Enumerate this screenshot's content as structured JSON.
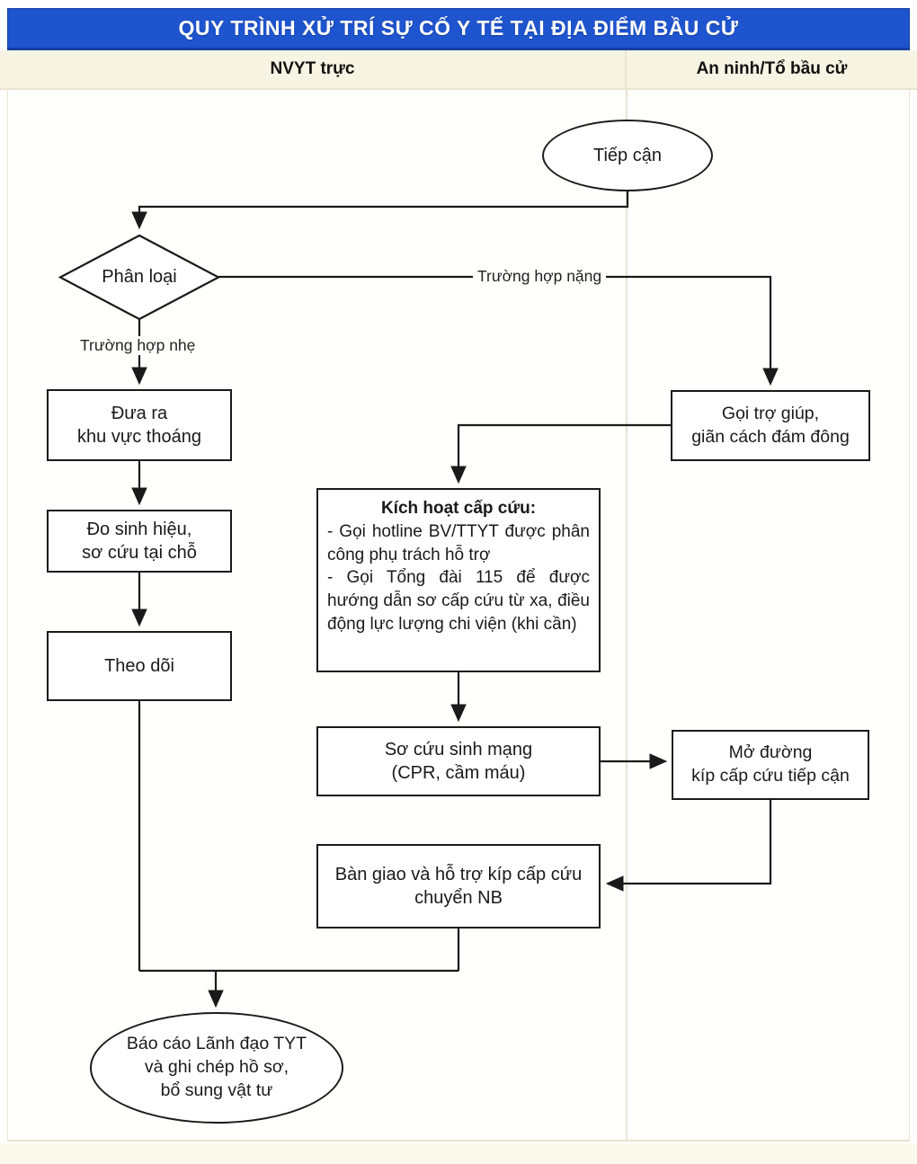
{
  "page": {
    "title": "QUY TRÌNH XỬ TRÍ SỰ CỐ Y TẾ TẠI ĐỊA ĐIỂM BẦU CỬ",
    "lanes": [
      {
        "label": "NVYT trực"
      },
      {
        "label": "An ninh/Tổ bầu cử"
      }
    ]
  },
  "nodes": {
    "tiep_can": "Tiếp cận",
    "phan_loai": "Phân loại",
    "dua_ra": "Đưa ra\nkhu vực thoáng",
    "do_sinh_hieu": "Đo sinh hiệu,\nsơ cứu tại chỗ",
    "theo_doi": "Theo dõi",
    "goi_tro_giup": "Gọi trợ giúp,\ngiãn cách đám đông",
    "kich_hoat": {
      "title": "Kích hoạt cấp cứu:",
      "item1": "- Gọi hotline BV/TTYT được phân công phụ trách hỗ trợ",
      "item2": "- Gọi Tổng đài 115 để được hướng dẫn sơ cấp cứu từ xa, điều động lực lượng chi viện (khi cần)"
    },
    "so_cuu": "Sơ cứu sinh mạng\n(CPR, cầm máu)",
    "mo_duong": "Mở đường\nkíp cấp cứu tiếp cận",
    "ban_giao": "Bàn giao và hỗ trợ kíp cấp cứu\nchuyển NB",
    "bao_cao": "Báo cáo Lãnh đạo TYT\nvà ghi chép hồ sơ,\nbổ sung vật tư"
  },
  "edge_labels": {
    "nhe": "Trường hợp nhẹ",
    "nang": "Trường hợp nặng"
  },
  "colors": {
    "banner_bg": "#1e54cd",
    "banner_border": "#16409f",
    "header_bg": "#f8f4e3",
    "lane_line": "#e9e4d0",
    "ink": "#1a1a1a"
  }
}
